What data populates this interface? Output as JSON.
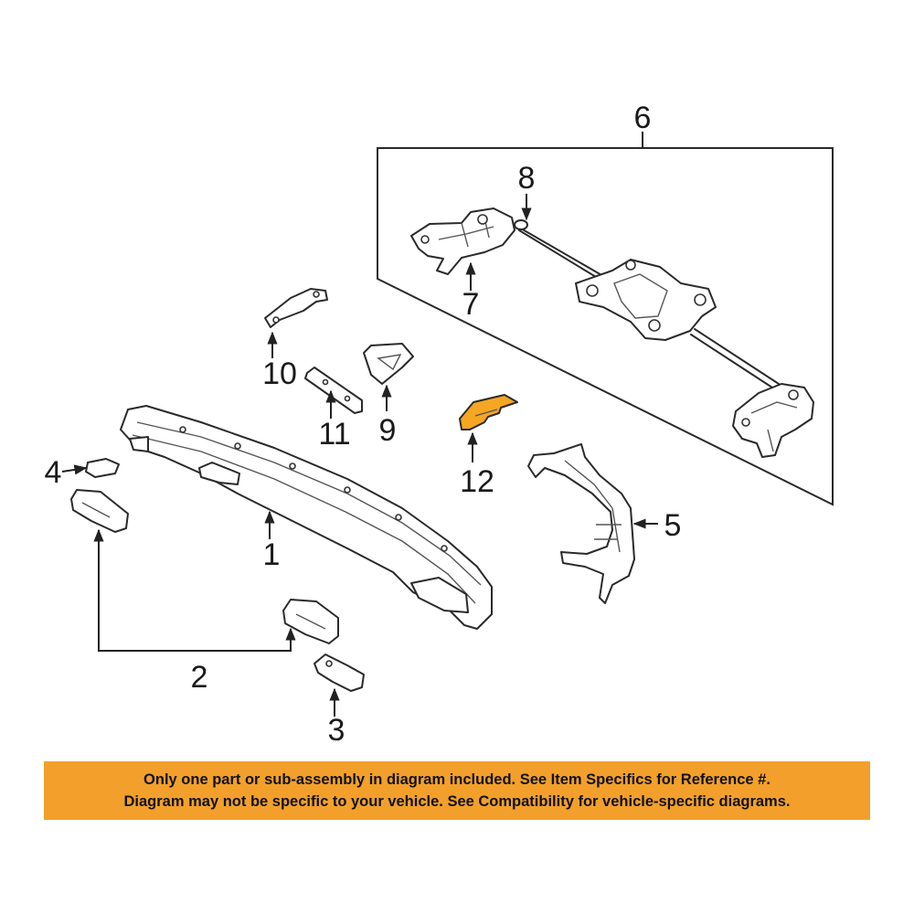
{
  "callouts": {
    "c1": "1",
    "c2": "2",
    "c3": "3",
    "c4": "4",
    "c5": "5",
    "c6": "6",
    "c7": "7",
    "c8": "8",
    "c9": "9",
    "c10": "10",
    "c11": "11",
    "c12": "12"
  },
  "highlight_color": "#f5a623",
  "notice": {
    "line1": "Only one part or sub-assembly in diagram included. See Item Specifics for Reference #.",
    "line2": "Diagram may not be specific to your vehicle. See Compatibility for vehicle-specific diagrams.",
    "background": "#f2a02b"
  }
}
